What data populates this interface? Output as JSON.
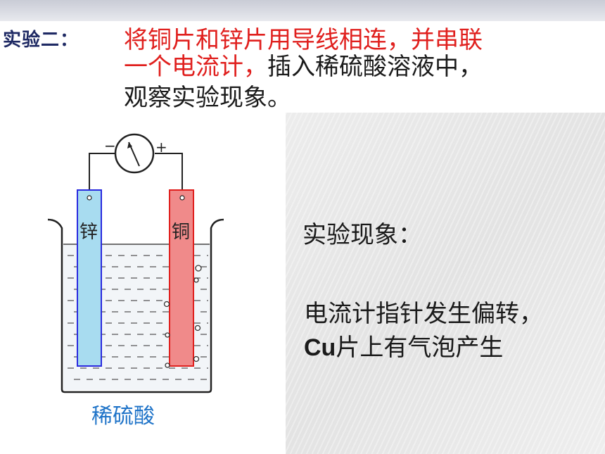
{
  "heading": {
    "prefix": "实验二：",
    "line1": "将铜片和锌片用导线相连，并串联",
    "line2_red": "一个电流计，",
    "line2_black": "插入稀硫酸溶液中，",
    "line3": "观察实验现象。"
  },
  "diagram": {
    "meter_minus": "−",
    "meter_plus": "+",
    "zinc_label": "锌",
    "copper_label": "铜",
    "acid_label": "稀硫酸",
    "colors": {
      "zinc_fill": "#a8dcf0",
      "zinc_border": "#2a2adf",
      "copper_fill": "#f08a8a",
      "copper_border": "#e0201e"
    }
  },
  "observation": {
    "title": "实验现象：",
    "line1": "电流计指针发生偏转，",
    "line2_cu": "Cu",
    "line2_rest": "片上有气泡产生"
  }
}
